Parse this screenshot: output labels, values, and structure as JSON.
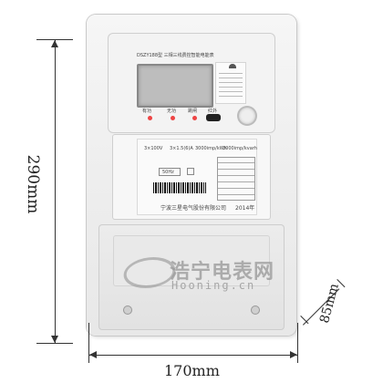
{
  "meter": {
    "model": "DSZY188型  三相三线费控智能电能表",
    "buttons": [
      "有功",
      "无功",
      "跳闸",
      "红外"
    ],
    "rated": [
      "3×100V",
      "3×1.5(6)A",
      "3000imp/kWh",
      "3000imp/kvarh"
    ],
    "freq": "50Hz",
    "manufacturer": "宁波三星电气股份有限公司",
    "year": "2014年"
  },
  "watermark": {
    "brand": "浩宁电表网",
    "url": "Hooning.cn"
  },
  "dimensions": {
    "height": "290mm",
    "width": "170mm",
    "depth": "85mm"
  }
}
